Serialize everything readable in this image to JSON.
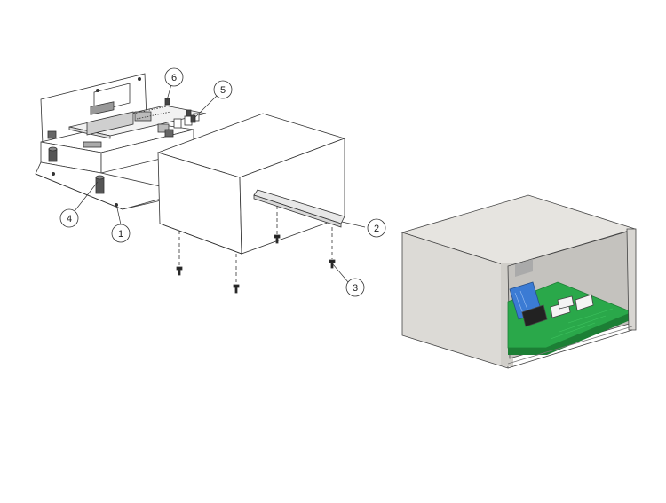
{
  "callouts": [
    {
      "id": "callout-1",
      "label": "1"
    },
    {
      "id": "callout-2",
      "label": "2"
    },
    {
      "id": "callout-3",
      "label": "3"
    },
    {
      "id": "callout-4",
      "label": "4"
    },
    {
      "id": "callout-5",
      "label": "5"
    },
    {
      "id": "callout-6",
      "label": "6"
    }
  ],
  "colors": {
    "line": "#333333",
    "metal": "#ffffff",
    "shell": "#e4e3e0",
    "shell_dark": "#c9c7c3",
    "pcb": "#2aa84a",
    "pcb_dark": "#1c7f35",
    "connector_blue": "#3b7bd4",
    "connector_white": "#f4f4f4"
  }
}
